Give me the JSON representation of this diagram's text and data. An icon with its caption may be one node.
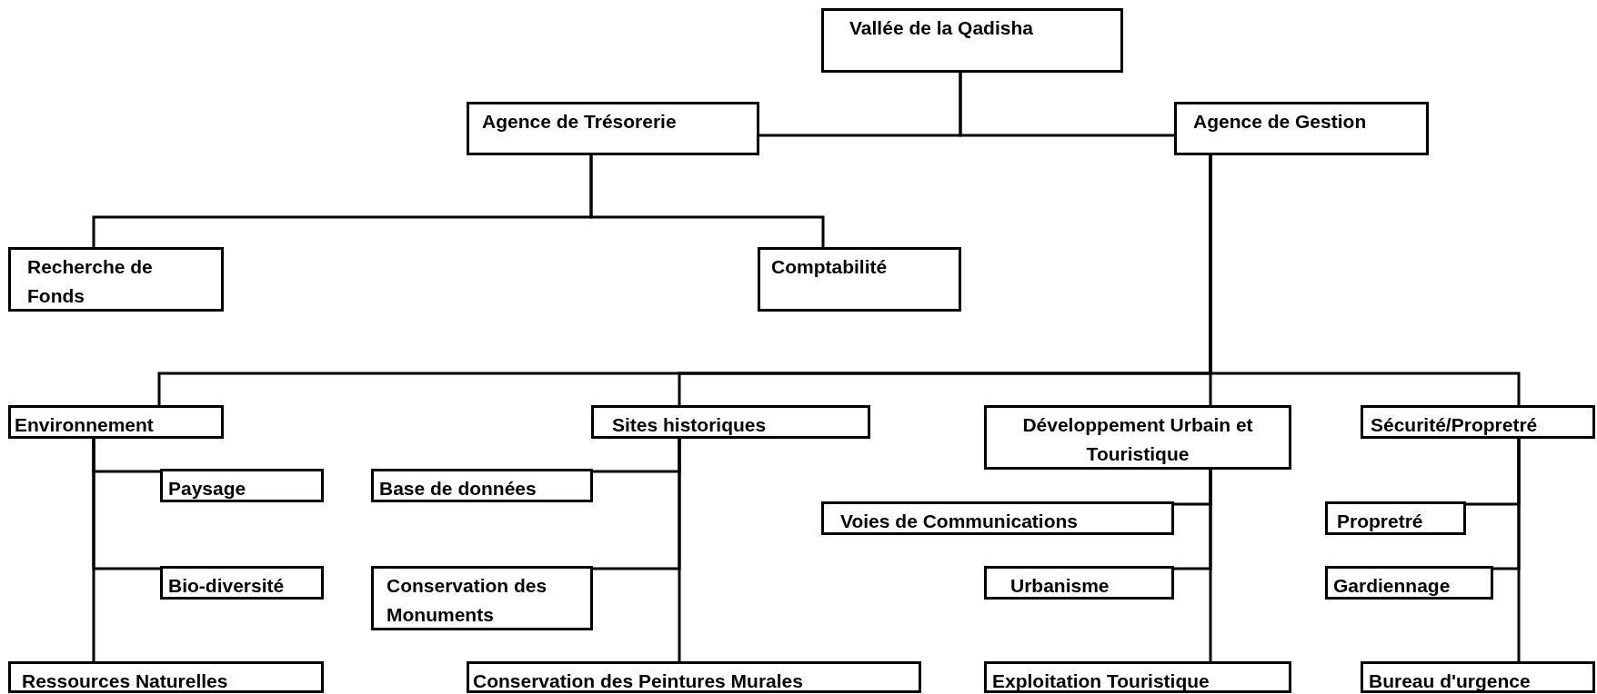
{
  "diagram": {
    "nodes": [
      {
        "text": [
          "Vallée de la Qadisha"
        ]
      },
      {
        "text": [
          "Agence de Trésorerie"
        ]
      },
      {
        "text": [
          "Agence de Gestion"
        ]
      },
      {
        "text": [
          "Recherche de Fonds"
        ]
      },
      {
        "text": [
          "Comptabilité"
        ]
      },
      {
        "text": [
          "Environnement"
        ]
      },
      {
        "text": [
          "Paysage"
        ]
      },
      {
        "text": [
          "Bio-diversité"
        ]
      },
      {
        "text": [
          "Ressources Naturelles"
        ]
      },
      {
        "text": [
          "Sites historiques"
        ]
      },
      {
        "text": [
          "Base de données"
        ]
      },
      {
        "text": [
          "Conservation des Monuments"
        ]
      },
      {
        "text": [
          "Conservation des Peintures Murales"
        ]
      },
      {
        "text": [
          "Développement Urbain et Touristique"
        ]
      },
      {
        "text": [
          "Voies de Communications"
        ]
      },
      {
        "text": [
          "Urbanisme"
        ]
      },
      {
        "text": [
          "Exploitation Touristique"
        ]
      },
      {
        "text": [
          "Sécurité/Propretré"
        ]
      },
      {
        "text": [
          "Propretré"
        ]
      },
      {
        "text": [
          "Gardiennage"
        ]
      },
      {
        "text": [
          "Bureau d'urgence"
        ]
      }
    ],
    "edges": [
      {
        "from": 0,
        "to": 1,
        "arrow": "none"
      },
      {
        "from": 0,
        "to": 2,
        "arrow": "none"
      },
      {
        "from": 1,
        "to": 3,
        "arrow": "none"
      },
      {
        "from": 1,
        "to": 4,
        "arrow": "none"
      },
      {
        "from": 2,
        "to": 5,
        "arrow": "none"
      },
      {
        "from": 2,
        "to": 9,
        "arrow": "none"
      },
      {
        "from": 2,
        "to": 13,
        "arrow": "none"
      },
      {
        "from": 2,
        "to": 17,
        "arrow": "none"
      },
      {
        "from": 5,
        "to": 6,
        "arrow": "none"
      },
      {
        "from": 5,
        "to": 7,
        "arrow": "none"
      },
      {
        "from": 5,
        "to": 8,
        "arrow": "none"
      },
      {
        "from": 9,
        "to": 10,
        "arrow": "none"
      },
      {
        "from": 9,
        "to": 11,
        "arrow": "none"
      },
      {
        "from": 9,
        "to": 12,
        "arrow": "none"
      },
      {
        "from": 13,
        "to": 14,
        "arrow": "none"
      },
      {
        "from": 13,
        "to": 15,
        "arrow": "none"
      },
      {
        "from": 13,
        "to": 16,
        "arrow": "none"
      },
      {
        "from": 17,
        "to": 18,
        "arrow": "none"
      },
      {
        "from": 17,
        "to": 19,
        "arrow": "none"
      },
      {
        "from": 17,
        "to": 20,
        "arrow": "none"
      }
    ]
  }
}
